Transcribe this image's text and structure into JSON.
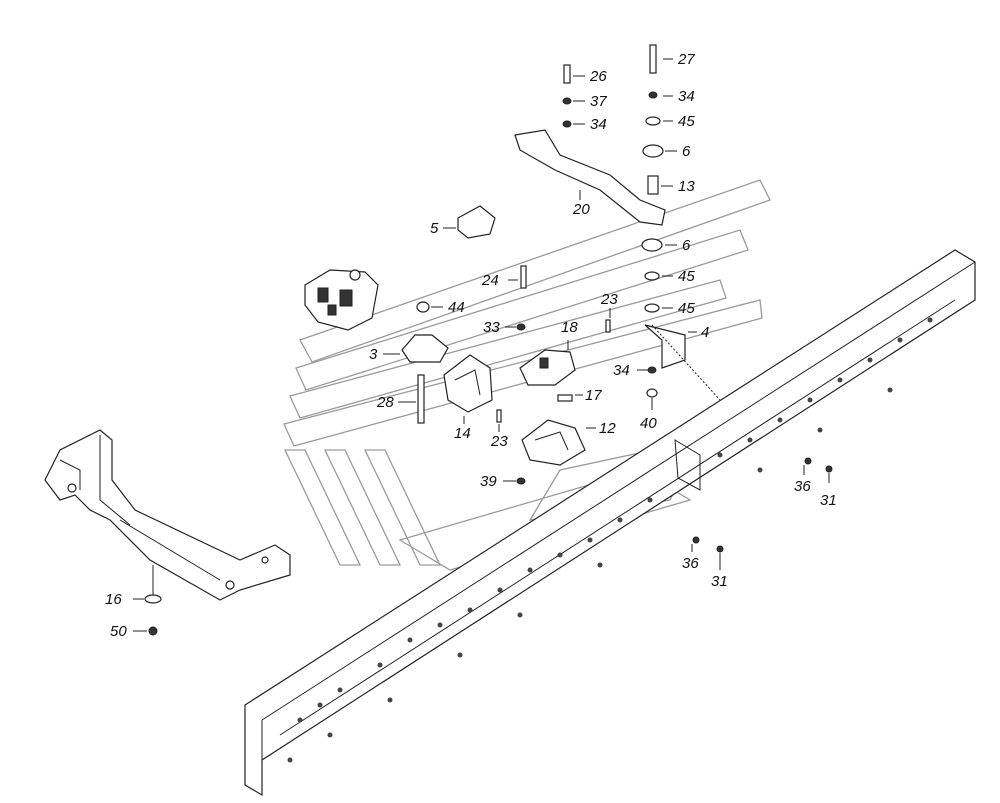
{
  "labels": {
    "p3": "3",
    "p4": "4",
    "p5": "5",
    "p6a": "6",
    "p6b": "6",
    "p12": "12",
    "p13": "13",
    "p14": "14",
    "p16": "16",
    "p17": "17",
    "p18": "18",
    "p20": "20",
    "p23a": "23",
    "p23b": "23",
    "p24": "24",
    "p26": "26",
    "p27": "27",
    "p28": "28",
    "p31a": "31",
    "p31b": "31",
    "p33": "33",
    "p34a": "34",
    "p34b": "34",
    "p34c": "34",
    "p36a": "36",
    "p36b": "36",
    "p37": "37",
    "p39": "39",
    "p40": "40",
    "p44": "44",
    "p45a": "45",
    "p45b": "45",
    "p45c": "45",
    "p50": "50"
  }
}
